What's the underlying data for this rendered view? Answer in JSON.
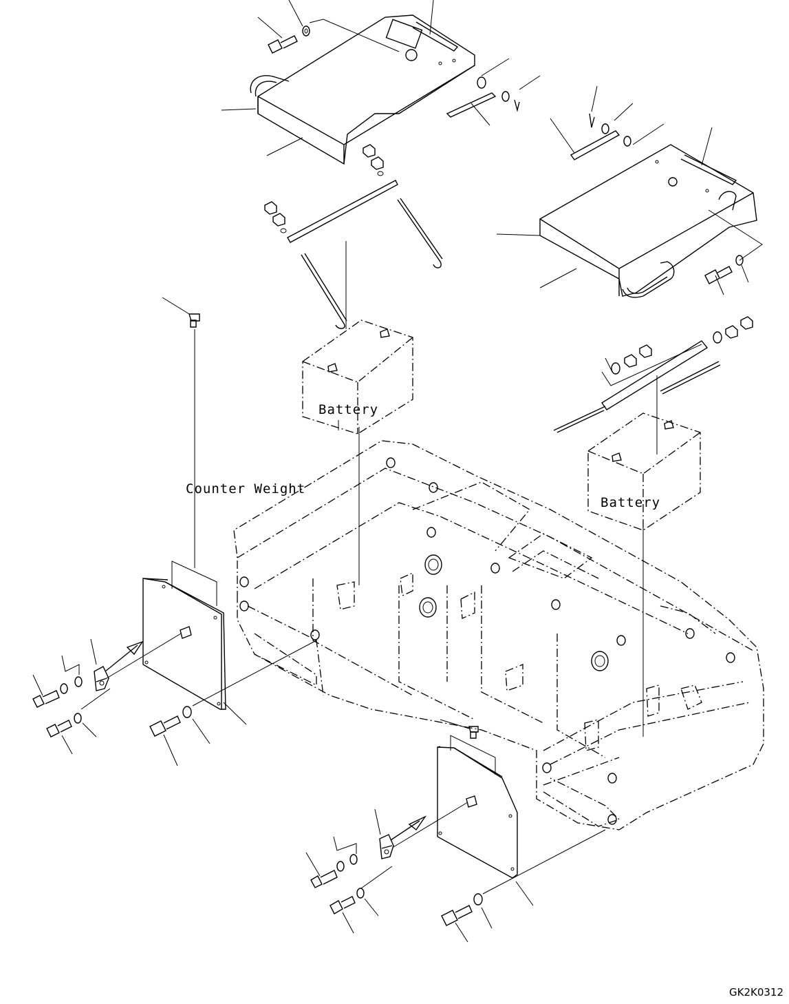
{
  "labels": {
    "battery_left": "Battery",
    "battery_right": "Battery",
    "counter_weight": "Counter Weight",
    "drawing_code": "GK2K0312"
  }
}
